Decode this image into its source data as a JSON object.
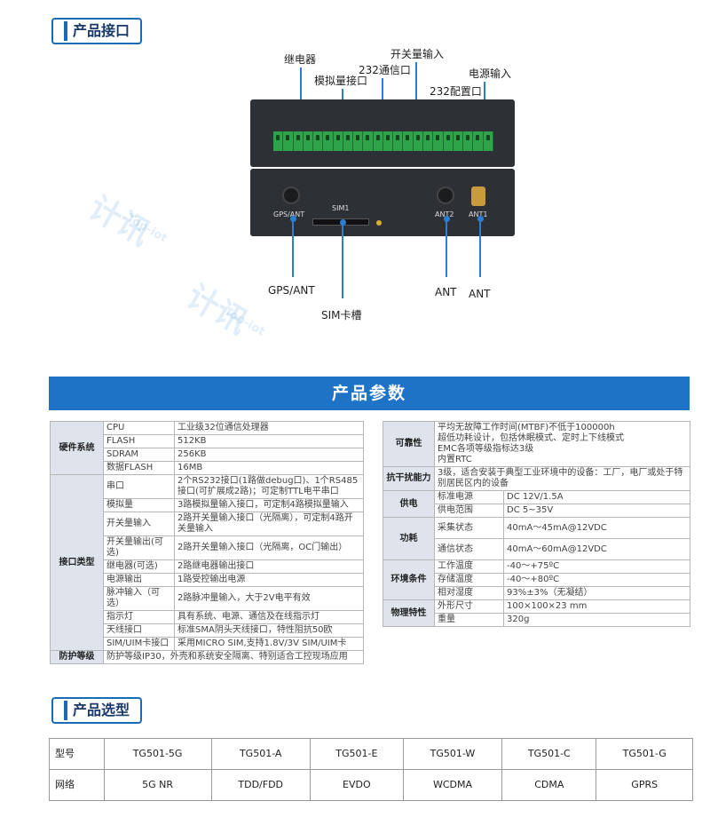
{
  "section_interface": {
    "title": "产品接口"
  },
  "section_params": {
    "title": "产品参数"
  },
  "section_model": {
    "title": "产品选型"
  },
  "device": {
    "callouts": {
      "relay": "继电器",
      "analog": "模拟量接口",
      "serial232": "232通信口",
      "switch_in": "开关量输入",
      "config232": "232配置口",
      "power_in": "电源输入",
      "gps_ant": "GPS/ANT",
      "sim_slot": "SIM卡槽",
      "ant_left": "ANT",
      "ant_right": "ANT"
    },
    "front_labels": {
      "gps": "GPS/ANT",
      "sim": "SIM1",
      "ant2": "ANT2",
      "ant1": "ANT1"
    }
  },
  "watermark": {
    "brand_cn": "计讯",
    "brand_en": "Top-iot",
    "reg": "®"
  },
  "hardware": {
    "category": "硬件系统",
    "rows": [
      {
        "k": "CPU",
        "v": "工业级32位通信处理器"
      },
      {
        "k": "FLASH",
        "v": "512KB"
      },
      {
        "k": "SDRAM",
        "v": "256KB"
      },
      {
        "k": "数据FLASH",
        "v": "16MB"
      }
    ]
  },
  "interface": {
    "category": "接口类型",
    "rows": [
      {
        "k": "串口",
        "v": "2个RS232接口(1路做debug口)、1个RS485接口(可扩展成2路)；可定制TTL电平串口"
      },
      {
        "k": "模拟量",
        "v": "3路模拟量输入接口，可定制4路模拟量输入"
      },
      {
        "k": "开关量输入",
        "v": "2路开关量输入接口（光隔离），可定制4路开关量输入"
      },
      {
        "k": "开关量输出(可选)",
        "v": "2路开关量输入接口（光隔离，OC门输出）"
      },
      {
        "k": "继电器(可选)",
        "v": "2路继电器输出接口"
      },
      {
        "k": "电源输出",
        "v": "1路受控输出电源"
      },
      {
        "k": "脉冲输入（可选）",
        "v": "2路脉冲量输入，大于2V电平有效"
      },
      {
        "k": "指示灯",
        "v": "具有系统、电源、通信及在线指示灯"
      },
      {
        "k": "天线接口",
        "v": "标准SMA阴头天线接口，特性阻抗50欧"
      },
      {
        "k": "SIM/UIM卡接口",
        "v": "采用MICRO SIM,支持1.8V/3V SIM/UIM卡"
      }
    ]
  },
  "protection": {
    "category": "防护等级",
    "v": "防护等级IP30，外壳和系统安全隔离、特别适合工控现场应用"
  },
  "reliability": {
    "category": "可靠性",
    "lines": [
      "平均无故障工作时间(MTBF)不低于100000h",
      "超低功耗设计，包括休眠模式、定时上下线模式",
      "EMC各项等级指标达3级",
      "内置RTC"
    ]
  },
  "anti_interference": {
    "category": "抗干扰能力",
    "v": "3级，适合安装于典型工业环境中的设备：工厂，电厂或处于特别居民区内的设备"
  },
  "power": {
    "category": "供电",
    "rows": [
      {
        "k": "标准电源",
        "v": "DC 12V/1.5A"
      },
      {
        "k": "供电范围",
        "v": "DC 5~35V"
      }
    ]
  },
  "consumption": {
    "category": "功耗",
    "rows": [
      {
        "k": "采集状态",
        "v": "40mA～45mA@12VDC"
      },
      {
        "k": "通信状态",
        "v": "40mA～60mA@12VDC"
      }
    ]
  },
  "environment": {
    "category": "环境条件",
    "rows": [
      {
        "k": "工作温度",
        "v": "-40～+75ºC"
      },
      {
        "k": "存储温度",
        "v": "-40～+80ºC"
      },
      {
        "k": "相对湿度",
        "v": "93%±3%（无凝结）"
      }
    ]
  },
  "physical": {
    "category": "物理特性",
    "rows": [
      {
        "k": "外形尺寸",
        "v": "100×100×23 mm"
      },
      {
        "k": "重量",
        "v": "320g"
      }
    ]
  },
  "selection": {
    "row1_label": "型号",
    "row2_label": "网络",
    "models": [
      "TG501-5G",
      "TG501-A",
      "TG501-E",
      "TG501-W",
      "TG501-C",
      "TG501-G"
    ],
    "networks": [
      "5G NR",
      "TDD/FDD",
      "EVDO",
      "WCDMA",
      "CDMA",
      "GPRS"
    ]
  }
}
